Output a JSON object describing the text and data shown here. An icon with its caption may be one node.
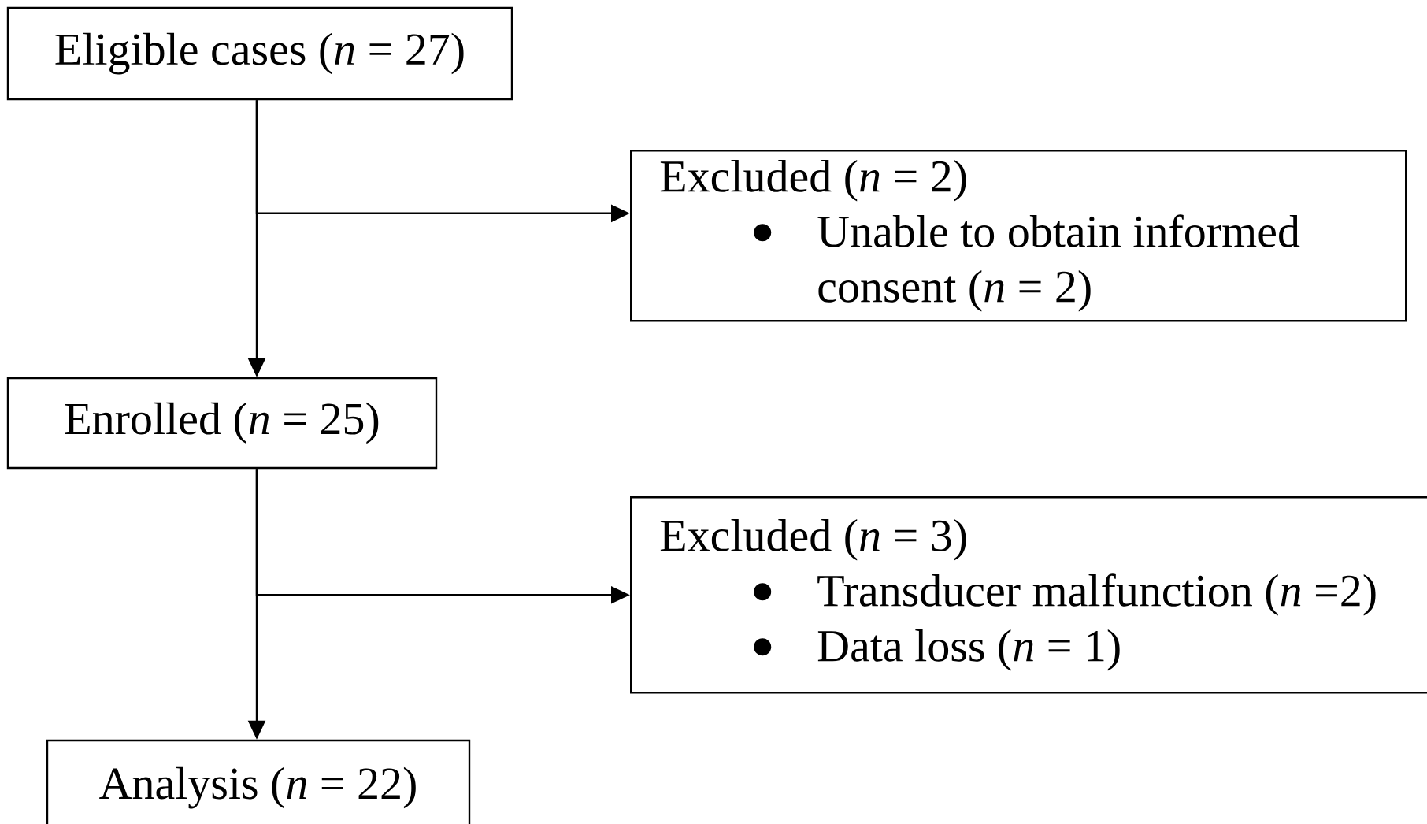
{
  "diagram": {
    "nodes": [
      {
        "text": [
          "Eligible cases (*n* = 27)"
        ]
      },
      {
        "text": [
          "Excluded (*n* = 2)",
          "Unable to obtain informed consent (*n* = 2)"
        ]
      },
      {
        "text": [
          "Enrolled (*n* = 25)"
        ]
      },
      {
        "text": [
          "Excluded (*n* = 3)",
          "Transducer malfunction (*n* =2)",
          "Data loss (*n* = 1)"
        ]
      },
      {
        "text": [
          "Analysis (*n* = 22)"
        ]
      }
    ],
    "edges": [
      {
        "from": 0,
        "to": 2,
        "arrow": "to"
      },
      {
        "from": 0,
        "to": 1,
        "arrow": "to"
      },
      {
        "from": 2,
        "to": 4,
        "arrow": "to"
      },
      {
        "from": 2,
        "to": 3,
        "arrow": "to"
      }
    ]
  }
}
